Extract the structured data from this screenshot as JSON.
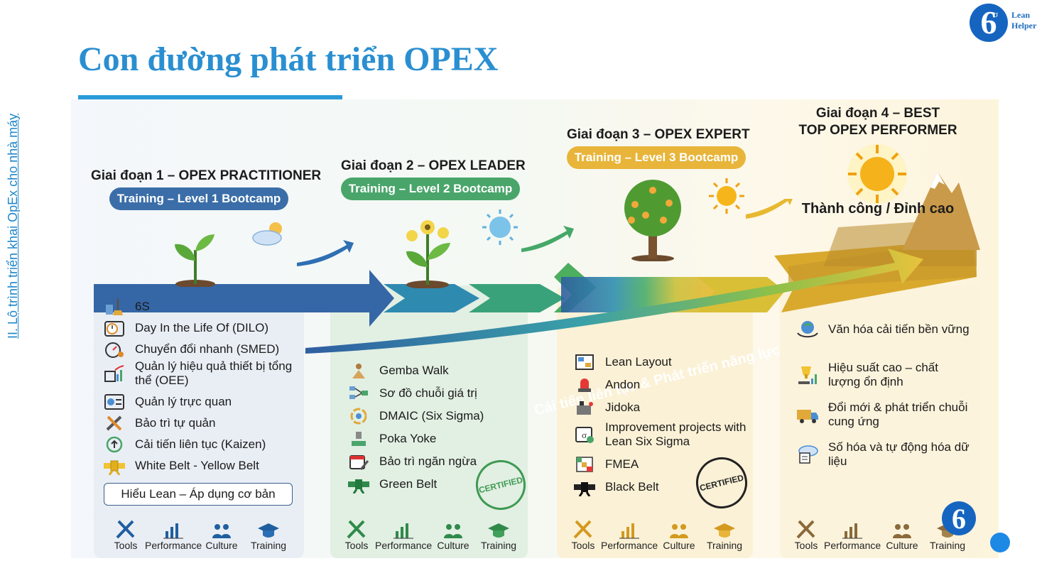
{
  "side_label": "II. Lộ trình triển khai OpEx cho nhà máy",
  "title": "Con đường phát triển OPEX",
  "logo": {
    "line1": "Lean",
    "line2": "Helper"
  },
  "growth_arrow_text": "Cải tiến liên tục & Phát triển năng lực",
  "footer_labels": [
    "Tools",
    "Performance",
    "Culture",
    "Training"
  ],
  "stamp_text": "CERTIFIED",
  "stages": [
    {
      "heading": "Giai đoạn 1 – OPEX PRACTITIONER",
      "training": "Training – Level 1 Bootcamp",
      "items": [
        "6S",
        "Day In the Life Of (DILO)",
        "Chuyển đổi nhanh (SMED)",
        "Quản lý hiệu quả thiết bị tổng thể (OEE)",
        "Quản lý trực quan",
        "Bảo trì tự quản",
        "Cải tiến liên tục (Kaizen)",
        "White Belt - Yellow Belt"
      ],
      "summary": "Hiểu Lean – Áp dụng cơ bản"
    },
    {
      "heading": "Giai đoạn 2 – OPEX LEADER",
      "training": "Training – Level 2 Bootcamp",
      "items": [
        "Gemba Walk",
        "Sơ đồ chuỗi giá trị",
        "DMAIC (Six Sigma)",
        "Poka Yoke",
        "Bảo trì ngăn ngừa",
        "Green Belt"
      ]
    },
    {
      "heading": "Giai đoạn 3 – OPEX EXPERT",
      "training": "Training – Level 3 Bootcamp",
      "items": [
        "Lean Layout",
        "Andon",
        "Jidoka",
        "Improvement projects with Lean Six Sigma",
        "FMEA",
        "Black Belt"
      ]
    },
    {
      "heading_line1": "Giai đoạn 4 – BEST",
      "heading_line2": "TOP OPEX PERFORMER",
      "peak_label": "Thành công / Đỉnh cao",
      "items": [
        "Văn hóa cải tiến bền vững",
        "Hiệu suất cao – chất lượng ổn định",
        "Đổi mới & phát triển chuỗi cung ứng",
        "Số hóa và tự động hóa dữ liệu"
      ]
    }
  ],
  "colors": {
    "title": "#2a8fd1",
    "stage1": "#3b6ea8",
    "stage2": "#4aa56a",
    "stage3": "#e8b53a",
    "stage4": "#e9c46a"
  }
}
